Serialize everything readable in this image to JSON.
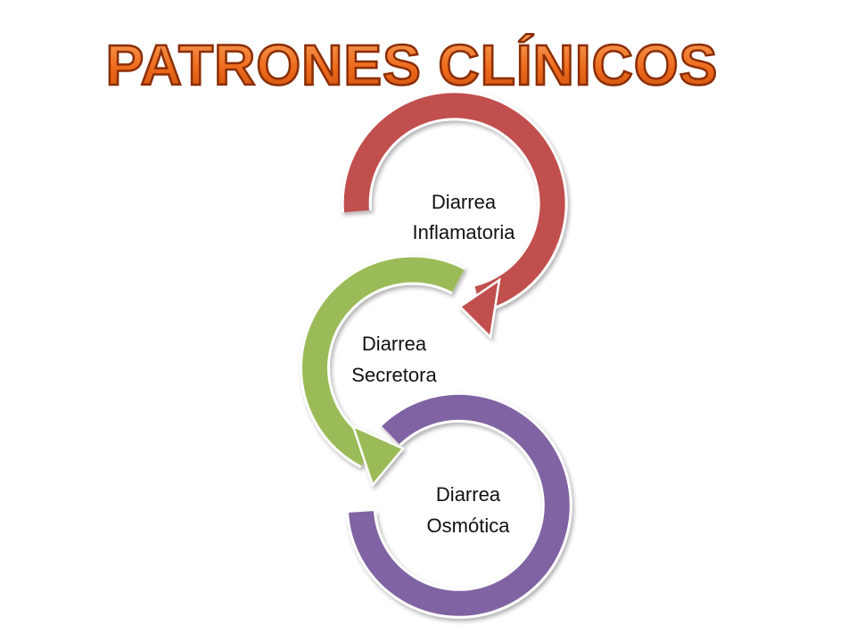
{
  "title": "PATRONES CLÍNICOS",
  "colors": {
    "title_fill": "#ee6a1c",
    "title_stroke": "#8a2e06",
    "inflamatoria": "#c0504d",
    "secretora": "#9bbb59",
    "osmotica": "#8064a2"
  },
  "steps": [
    {
      "line1": "Diarrea",
      "line2": "Inflamatoria"
    },
    {
      "line1": "Diarrea",
      "line2": "Secretora"
    },
    {
      "line1": "Diarrea",
      "line2": "Osmótica"
    }
  ]
}
